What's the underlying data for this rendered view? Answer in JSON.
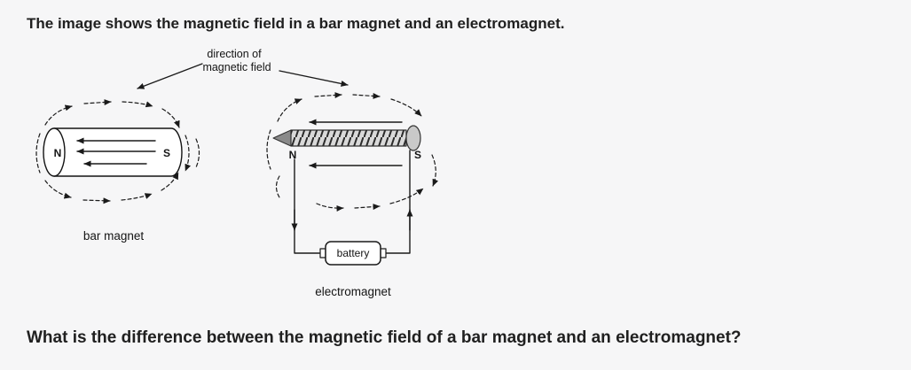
{
  "colors": {
    "background": "#f6f6f7",
    "ink": "#1f1f1f",
    "diagram_stroke": "#1a1a1a",
    "screw_body_fill": "#d9d9d9",
    "screw_tip_fill": "#8a8a8a",
    "screw_head_fill": "#c9c9c9"
  },
  "page": {
    "intro_text": "The image shows the magnetic field in a bar magnet and an electromagnet.",
    "question_text": "What is the difference between the magnetic field of a bar magnet and an electromagnet?"
  },
  "diagram": {
    "field_direction_label": {
      "line1": "direction of",
      "line2": "magnetic field"
    },
    "bar_magnet": {
      "north_pole": "N",
      "south_pole": "S",
      "caption": "bar magnet"
    },
    "electromagnet": {
      "north_pole": "N",
      "south_pole": "S",
      "battery_label": "battery",
      "caption": "electromagnet"
    }
  }
}
